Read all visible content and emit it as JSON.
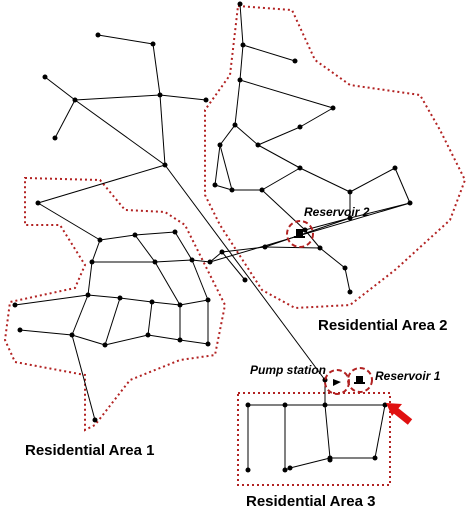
{
  "labels": {
    "area1": "Residential Area 1",
    "area2": "Residential Area 2",
    "area3": "Residential Area 3",
    "reservoir1": "Reservoir 1",
    "reservoir2": "Reservoir 2",
    "pump_station": "Pump station"
  },
  "colors": {
    "zone_border": "#b22222",
    "inflow_arrow": "#e01010",
    "pipe": "#000000"
  },
  "icons": [
    "reservoir-icon",
    "pump-icon",
    "inflow-arrow-icon"
  ]
}
